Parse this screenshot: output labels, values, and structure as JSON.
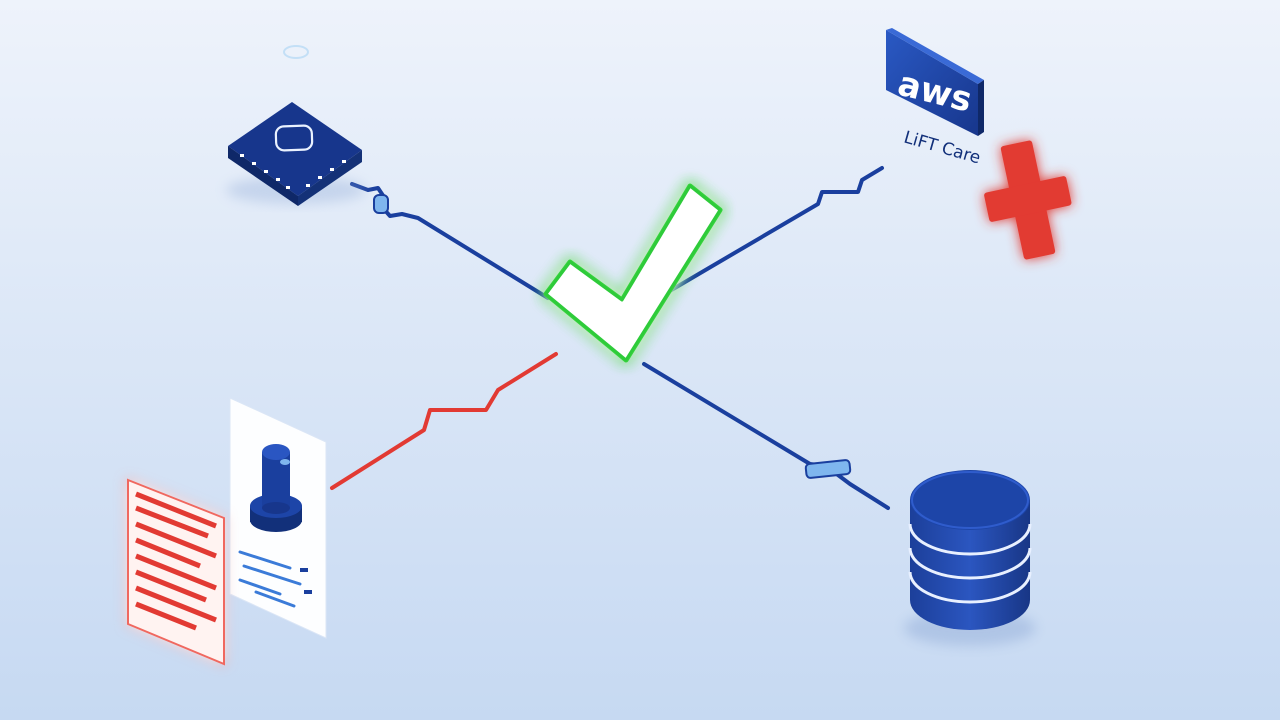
{
  "diagram": {
    "nodes": {
      "network_device": {
        "icon": "network-switch-icon"
      },
      "aws": {
        "icon": "aws-logo-icon",
        "logo_text": "aws",
        "caption": "LiFT Care",
        "status": "error"
      },
      "server_document": {
        "icon": "server-document-icon"
      },
      "error_log": {
        "icon": "error-log-icon",
        "status": "error"
      },
      "database": {
        "icon": "database-icon"
      }
    },
    "center": {
      "icon": "checkmark-icon",
      "status": "success"
    },
    "connections": [
      {
        "from": "network_device",
        "to": "center",
        "style": "normal"
      },
      {
        "from": "aws",
        "to": "center",
        "style": "normal"
      },
      {
        "from": "server_document",
        "to": "center",
        "style": "error"
      },
      {
        "from": "database",
        "to": "center",
        "style": "normal"
      }
    ]
  },
  "colors": {
    "background_top": "#eef3fb",
    "background_bottom": "#c6d9f2",
    "primary_blue": "#1a3f9e",
    "dark_navy": "#12307a",
    "error_red": "#e23a33",
    "success_green": "#36d43a",
    "light_blue_accent": "#7fb6ee"
  }
}
